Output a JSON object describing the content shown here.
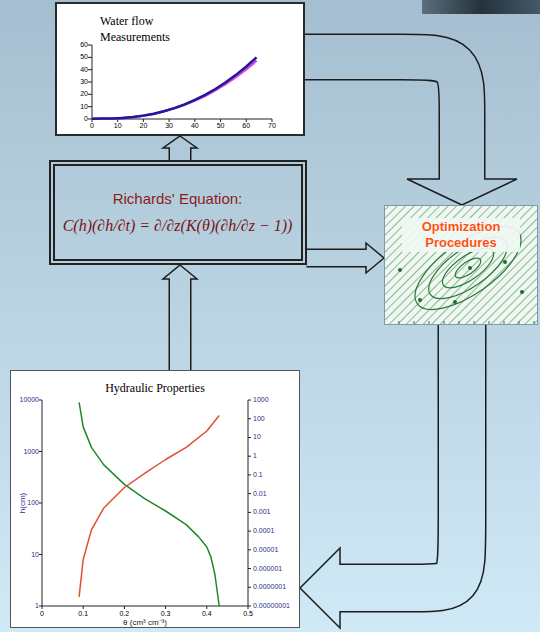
{
  "diagram": {
    "nodes": [
      {
        "text": [
          "Water flow Measurements"
        ]
      },
      {
        "text": [
          "Richards' Equation:",
          "C(h)(∂h/∂t) = ∂/∂z(K(θ)(∂h/∂z − 1))"
        ]
      },
      {
        "text": [
          "Hydraulic Properties"
        ]
      },
      {
        "text": [
          "Optimization Procedures"
        ]
      }
    ],
    "edges": [
      {
        "from": 2,
        "to": 1,
        "arrow": "to"
      },
      {
        "from": 1,
        "to": 0,
        "arrow": "to"
      },
      {
        "from": 1,
        "to": 3,
        "arrow": "to"
      },
      {
        "from": 0,
        "to": 3,
        "arrow": "to"
      },
      {
        "from": 3,
        "to": 2,
        "arrow": "to"
      }
    ],
    "labels": [
      "0",
      "10",
      "20",
      "30",
      "40",
      "50",
      "60",
      "0",
      "10",
      "20",
      "30",
      "40",
      "50",
      "60",
      "70",
      "1",
      "10",
      "100",
      "1000",
      "10000",
      "h(cm)",
      "0.00000001",
      "0.0000001",
      "0.000001",
      "0.00001",
      "0.0001",
      "0.001",
      "0.01",
      "0.1",
      "1",
      "10",
      "100",
      "1000",
      "0",
      "0.1",
      "0.2",
      "0.3",
      "0.4",
      "0.5",
      "θ (cm³ cm⁻³)"
    ]
  }
}
